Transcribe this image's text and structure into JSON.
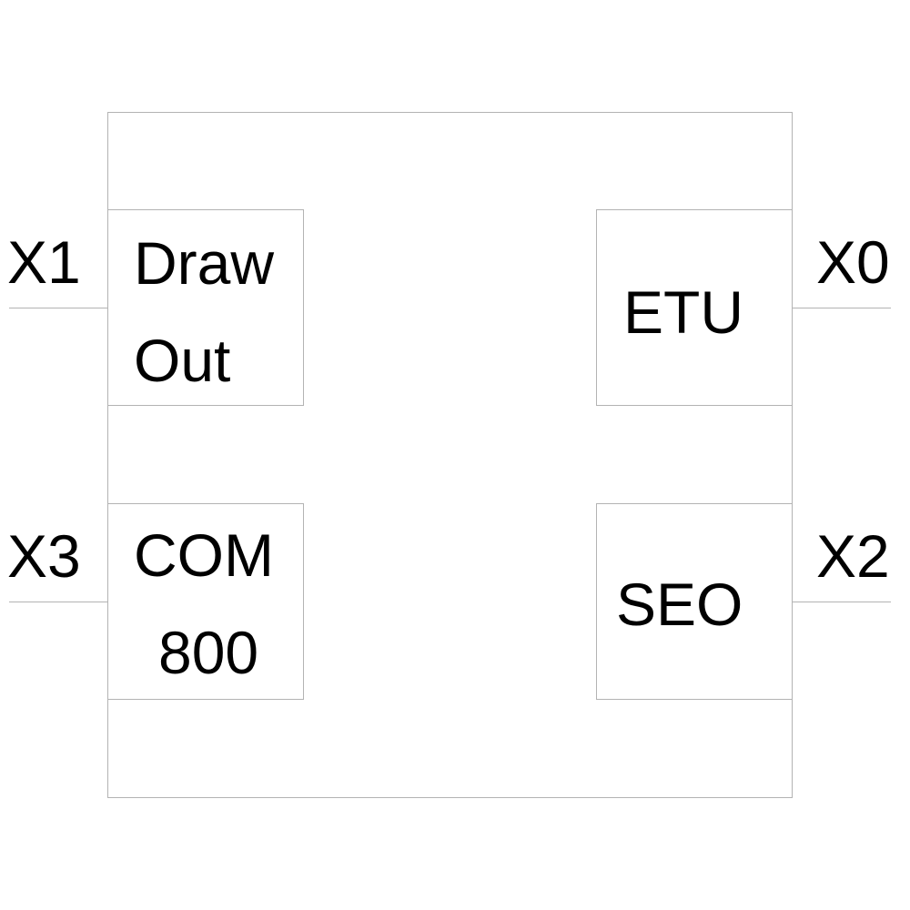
{
  "modules": {
    "drawout": {
      "line1": "Draw",
      "line2": "Out"
    },
    "com": {
      "line1": "COM",
      "line2": "800"
    },
    "etu": {
      "label": "ETU"
    },
    "seo": {
      "label": "SEO"
    }
  },
  "ports": {
    "x1": "X1",
    "x3": "X3",
    "x0": "X0",
    "x2": "X2"
  }
}
